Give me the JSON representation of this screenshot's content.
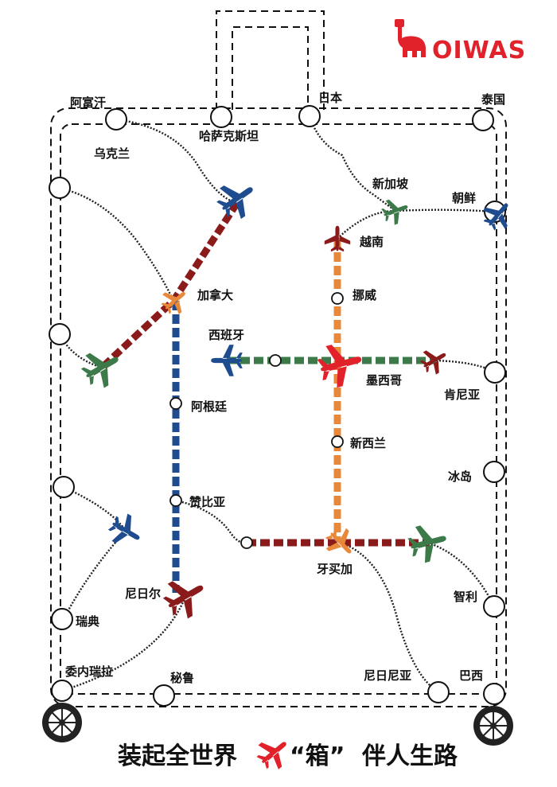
{
  "brand": {
    "name": "OIWAS",
    "color": "#e2222b"
  },
  "slogan": {
    "left": "装起全世界",
    "quoted": "“箱”",
    "right": "伴人生路"
  },
  "colors": {
    "dark_red": "#8b1a1a",
    "blue": "#1f4c8f",
    "orange": "#e8883a",
    "green": "#3c7a4a",
    "red": "#e2222b"
  },
  "stations": {
    "afghanistan": "阿富汗",
    "ukraine": "乌克兰",
    "kazakhstan": "哈萨克斯坦",
    "japan": "日本",
    "thailand": "泰国",
    "singapore": "新加坡",
    "north_korea": "朝鲜",
    "vietnam": "越南",
    "canada": "加拿大",
    "norway": "挪威",
    "spain": "西班牙",
    "mexico": "墨西哥",
    "kenya": "肯尼亚",
    "argentina": "阿根廷",
    "new_zealand": "新西兰",
    "iceland": "冰岛",
    "zambia": "赞比亚",
    "jamaica": "牙买加",
    "chile": "智利",
    "sweden": "瑞典",
    "niger": "尼日尔",
    "venezuela": "委内瑞拉",
    "peru": "秘鲁",
    "nigeria": "尼日尼亚",
    "brazil": "巴西"
  }
}
